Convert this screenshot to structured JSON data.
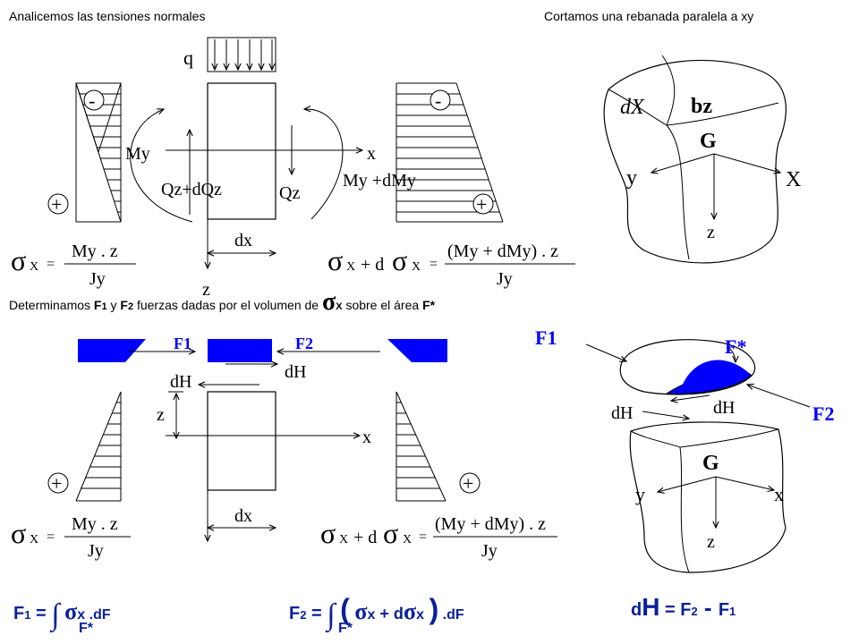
{
  "headers": {
    "top_left": "Analicemos las tensiones normales",
    "top_right": "Cortamos una rebanada paralela a xy",
    "mid_part1": "Determinamos ",
    "mid_F1": "F",
    "mid_F1_sub": "1",
    "mid_y": " y ",
    "mid_F2": "F",
    "mid_F2_sub": "2",
    "mid_part2": " fuerzas dadas por el volumen de ",
    "mid_sigma": "σ",
    "mid_x": "X",
    "mid_part3": " sobre el área ",
    "mid_fstar": "F*"
  },
  "top_diagram": {
    "load": "q",
    "minus_left": "-",
    "minus_right": "-",
    "plus_left": "+",
    "plus_right": "+",
    "moment_left": "My",
    "moment_right": "My +dMy",
    "shear_left": "Qz+dQz",
    "shear_right": "Qz",
    "axis_x": "x",
    "axis_z": "z",
    "dx": "dx",
    "formula_left_sigma": "σ",
    "formula_left_sub": "X",
    "formula_left_eq": "=",
    "formula_left_num": "My . z",
    "formula_left_den": "Jy",
    "formula_right_sigma": "σ",
    "formula_right_sub": "X",
    "formula_right_plus": "+ d",
    "formula_right_sigma2": "σ",
    "formula_right_sub2": "X",
    "formula_right_eq": "=",
    "formula_right_num": "(My + dMy) . z",
    "formula_right_den": "Jy"
  },
  "top_3d": {
    "dx": "dX",
    "bz": "bz",
    "G": "G",
    "y": "y",
    "X": "X",
    "z": "z"
  },
  "bottom_diagram": {
    "F1": "F1",
    "F2": "F2",
    "dH_left": "dH",
    "dH_right": "dH",
    "z_dim": "z",
    "axis_x": "x",
    "dx": "dx",
    "plus_left": "+",
    "plus_right": "+",
    "formula_left_sigma": "σ",
    "formula_left_sub": "X",
    "formula_left_eq": "=",
    "formula_left_num": "My . z",
    "formula_left_den": "Jy",
    "formula_right_sigma": "σ",
    "formula_right_sub": "X",
    "formula_right_plus": "+ d",
    "formula_right_sigma2": "σ",
    "formula_right_sub2": "X",
    "formula_right_eq": "=",
    "formula_right_num": "(My + dMy) . z",
    "formula_right_den": "Jy"
  },
  "bottom_3d": {
    "F1": "F1",
    "Fstar": "F*",
    "dH_left": "dH",
    "dH_right": "dH",
    "F2": "F2",
    "G": "G",
    "y": "y",
    "x": "x",
    "z": "z"
  },
  "equations": {
    "eq1_lhs": "F",
    "eq1_lhs_sub": "1",
    "eq1_eq": " = ",
    "eq1_int": "∫",
    "eq1_sigma": "σ",
    "eq1_x": "x",
    "eq1_dF": " .dF",
    "eq1_lower": "F*",
    "eq2_lhs": "F",
    "eq2_lhs_sub": "2",
    "eq2_eq": " = ",
    "eq2_int": "∫",
    "eq2_open": "(",
    "eq2_sigma": "σ",
    "eq2_x": "x",
    "eq2_plus": " + d",
    "eq2_sigma2": "σ",
    "eq2_x2": "x",
    "eq2_close": ")",
    "eq2_dF": " .dF",
    "eq2_lower": "F*",
    "eq3_d": "d",
    "eq3_H": "H",
    "eq3_eq": " = F",
    "eq3_F2sub": "2",
    "eq3_minus": " - ",
    "eq3_F1": "F",
    "eq3_F1sub": "1"
  },
  "colors": {
    "blue_fill": "#0000ff",
    "equation_text": "#0a1f9a"
  }
}
